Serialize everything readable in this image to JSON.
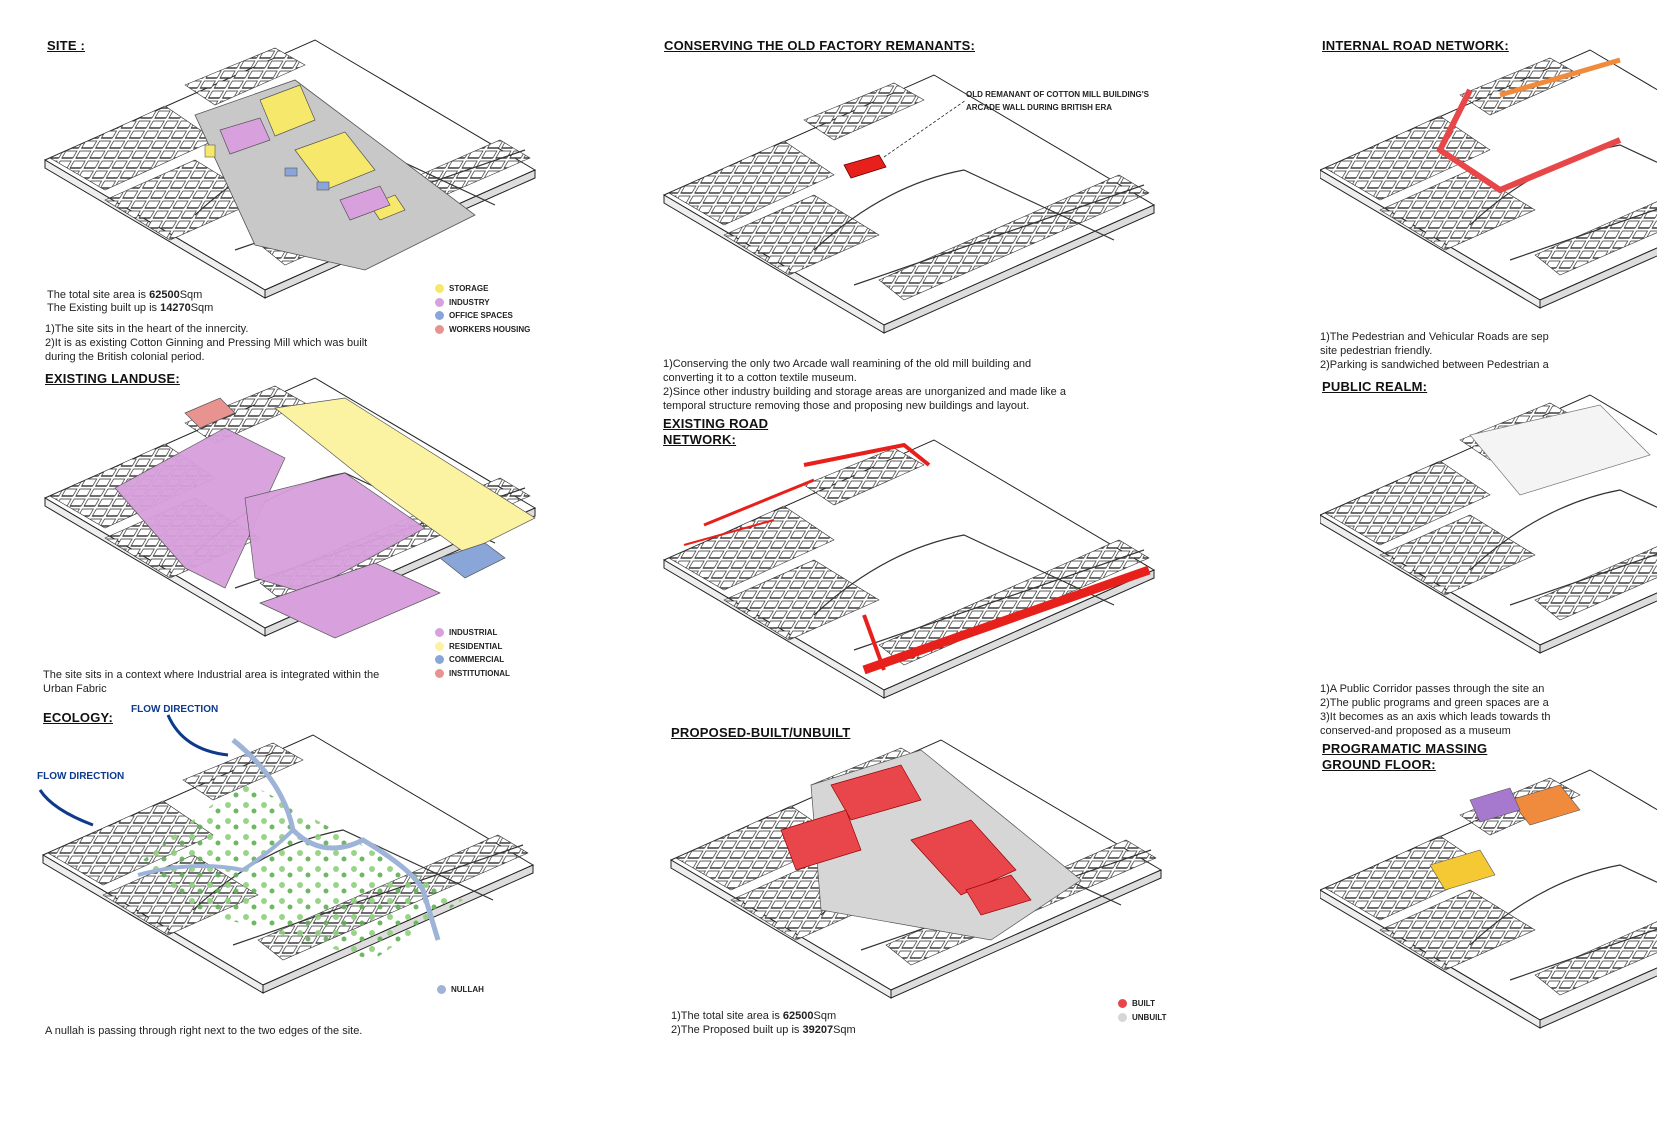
{
  "colors": {
    "storage": "#f6e86a",
    "industry": "#d8a0dc",
    "office": "#8aa6d8",
    "housing": "#e8938f",
    "residential": "#fbf2a2",
    "built": "#e8464b",
    "unbuilt": "#d6d6d6",
    "road_red": "#e8201c",
    "nullah": "#9db3d8",
    "flow": "#0d3a8c",
    "ground": "#c8c8c8"
  },
  "site": {
    "title": "SITE :",
    "area_prefix": "The total site area is ",
    "area_value": "62500",
    "area_unit": "Sqm",
    "builtup_prefix": "The Existing built up is ",
    "builtup_value": "14270",
    "builtup_unit": "Sqm",
    "point1": "1)The site sits in the heart of the innercity.",
    "point2a": "2)It is as existing Cotton Ginning and Pressing Mill which was built",
    "point2b": "during the British colonial period.",
    "legend": [
      {
        "label": "STORAGE",
        "color": "#f6e86a"
      },
      {
        "label": "INDUSTRY",
        "color": "#d8a0dc"
      },
      {
        "label": "OFFICE SPACES",
        "color": "#8aa6d8"
      },
      {
        "label": "WORKERS HOUSING",
        "color": "#e8938f"
      }
    ]
  },
  "landuse": {
    "title": "EXISTING LANDUSE:",
    "desc1": "The site sits in a context where Industrial area is integrated within the",
    "desc2": "Urban Fabric",
    "legend": [
      {
        "label": "INDUSTRIAL",
        "color": "#d8a0dc"
      },
      {
        "label": "RESIDENTIAL",
        "color": "#fbf2a2"
      },
      {
        "label": "COMMERCIAL",
        "color": "#8aa6d8"
      },
      {
        "label": "INSTITUTIONAL",
        "color": "#e8938f"
      }
    ]
  },
  "ecology": {
    "title": "ECOLOGY:",
    "flow1": "FLOW DIRECTION",
    "flow2": "FLOW DIRECTION",
    "desc": "A nullah is passing through right next to the two edges of the site.",
    "legend": [
      {
        "label": "NULLAH",
        "color": "#9db3d8"
      }
    ]
  },
  "conserve": {
    "title": "CONSERVING THE OLD FACTORY REMANANTS:",
    "annot1": "OLD REMANANT OF COTTON MILL BUILDING'S",
    "annot2": "ARCADE WALL DURING BRITISH ERA",
    "p1a": "1)Conserving the  only two Arcade wall reamining of the old mill building and",
    "p1b": "converting it to a cotton textile museum.",
    "p2a": "2)Since other industry building and storage areas are unorganized and made like a",
    "p2b": "temporal structure removing those and proposing new buildings and layout."
  },
  "road": {
    "title1": "EXISTING ROAD",
    "title2": "NETWORK:"
  },
  "proposed": {
    "title": "PROPOSED-BUILT/UNBUILT",
    "area_prefix": "1)The total site area is ",
    "area_value": "62500",
    "area_unit": "Sqm",
    "builtup_prefix": "2)The Proposed built up is ",
    "builtup_value": "39207",
    "builtup_unit": "Sqm",
    "legend": [
      {
        "label": "BUILT",
        "color": "#e8464b"
      },
      {
        "label": "UNBUILT",
        "color": "#d6d6d6"
      }
    ]
  },
  "internal": {
    "title": "INTERNAL ROAD NETWORK:",
    "p1": "1)The Pedestrian and Vehicular Roads are sep",
    "p2": "site pedestrian friendly.",
    "p3": "2)Parking is sandwiched between Pedestrian a"
  },
  "realm": {
    "title": "PUBLIC REALM:",
    "p1": "1)A Public Corridor passes through the site an",
    "p2": "2)The public programs and green spaces are a",
    "p3": "3)It becomes as an axis which leads towards th",
    "p4": "conserved-and proposed as a museum"
  },
  "massing": {
    "title1": "PROGRAMATIC MASSING",
    "title2": "GROUND FLOOR:"
  }
}
